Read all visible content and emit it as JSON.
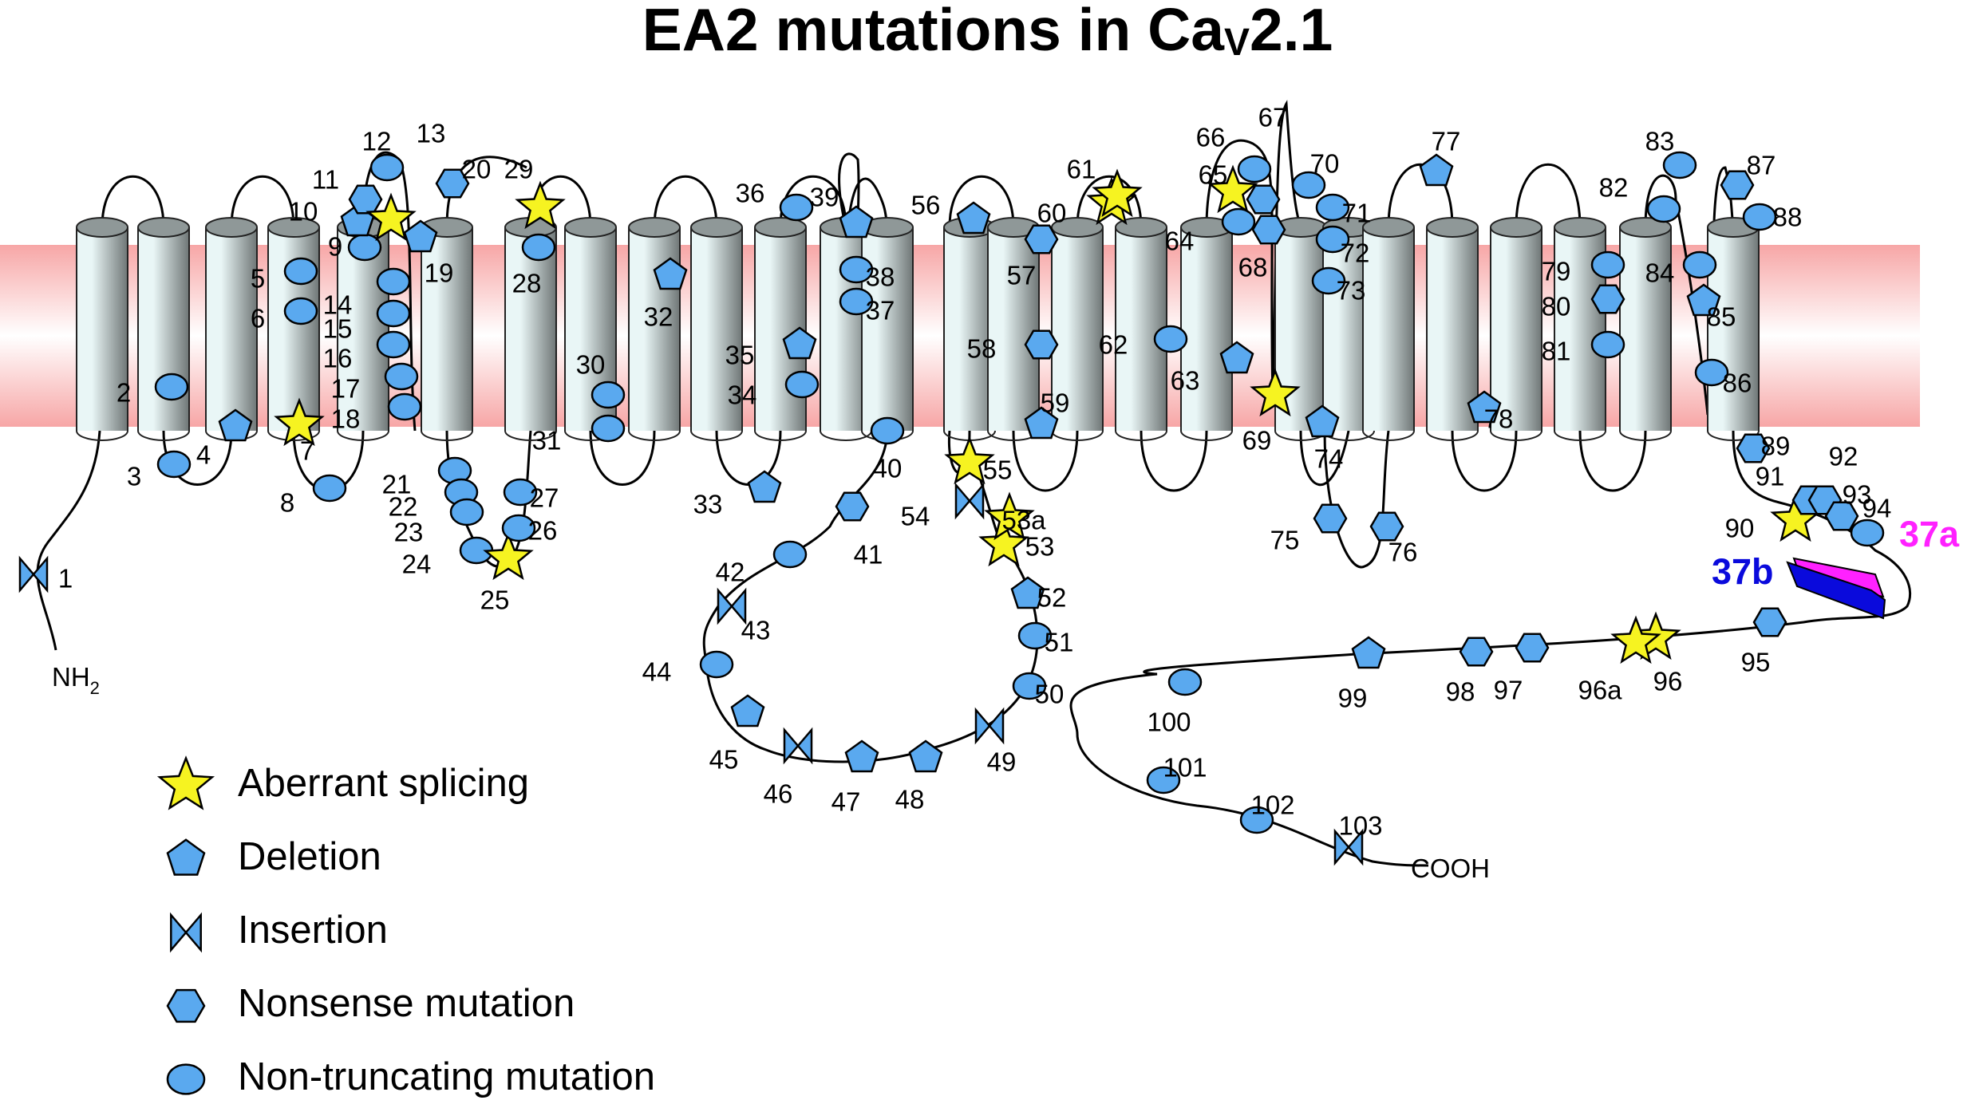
{
  "title": {
    "main": "EA2 mutations in Ca",
    "sub": "V",
    "suffix": "2.1"
  },
  "termini": {
    "n": "NH",
    "n_sub": "2",
    "c": "COOH"
  },
  "isoforms": {
    "a": "37a",
    "b": "37b"
  },
  "colors": {
    "membrane": "#f7a6a6",
    "helix_light": "#e9f6f6",
    "helix_dark": "#6f7676",
    "marker_fill": "#5aa9ef",
    "star_fill": "#f6f321",
    "exon_a": "#ff21ff",
    "exon_b": "#0a0adc"
  },
  "legend": [
    {
      "shape": "star",
      "label": "Aberrant splicing"
    },
    {
      "shape": "pentagon",
      "label": "Deletion"
    },
    {
      "shape": "bowtie",
      "label": "Insertion"
    },
    {
      "shape": "hexagon",
      "label": "Nonsense mutation"
    },
    {
      "shape": "ellipse",
      "label": "Non-truncating mutation"
    }
  ],
  "mutations": [
    {
      "label": "1",
      "type": "bowtie"
    },
    {
      "label": "2",
      "type": "ellipse"
    },
    {
      "label": "3",
      "type": "ellipse"
    },
    {
      "label": "4",
      "type": "pentagon"
    },
    {
      "label": "5",
      "type": "ellipse"
    },
    {
      "label": "6",
      "type": "ellipse"
    },
    {
      "label": "7",
      "type": "star"
    },
    {
      "label": "8",
      "type": "ellipse"
    },
    {
      "label": "9",
      "type": "ellipse"
    },
    {
      "label": "10",
      "type": "pentagon"
    },
    {
      "label": "11",
      "type": "hexagon"
    },
    {
      "label": "12",
      "type": "ellipse"
    },
    {
      "label": "13",
      "type": "star"
    },
    {
      "label": "14",
      "type": "ellipse"
    },
    {
      "label": "15",
      "type": "ellipse"
    },
    {
      "label": "16",
      "type": "ellipse"
    },
    {
      "label": "17",
      "type": "ellipse"
    },
    {
      "label": "18",
      "type": "ellipse"
    },
    {
      "label": "19",
      "type": "pentagon"
    },
    {
      "label": "20",
      "type": "hexagon"
    },
    {
      "label": "21",
      "type": "ellipse"
    },
    {
      "label": "22",
      "type": "ellipse"
    },
    {
      "label": "23",
      "type": "ellipse"
    },
    {
      "label": "24",
      "type": "ellipse"
    },
    {
      "label": "25",
      "type": "star"
    },
    {
      "label": "26",
      "type": "ellipse"
    },
    {
      "label": "27",
      "type": "ellipse"
    },
    {
      "label": "28",
      "type": "ellipse"
    },
    {
      "label": "29",
      "type": "star"
    },
    {
      "label": "30",
      "type": "ellipse"
    },
    {
      "label": "31",
      "type": "ellipse"
    },
    {
      "label": "32",
      "type": "pentagon"
    },
    {
      "label": "33",
      "type": "pentagon"
    },
    {
      "label": "34",
      "type": "ellipse"
    },
    {
      "label": "35",
      "type": "pentagon"
    },
    {
      "label": "36",
      "type": "ellipse"
    },
    {
      "label": "37",
      "type": "ellipse"
    },
    {
      "label": "38",
      "type": "ellipse"
    },
    {
      "label": "39",
      "type": "pentagon"
    },
    {
      "label": "40",
      "type": "ellipse"
    },
    {
      "label": "41",
      "type": "hexagon"
    },
    {
      "label": "42",
      "type": "ellipse"
    },
    {
      "label": "43",
      "type": "bowtie"
    },
    {
      "label": "44",
      "type": "ellipse"
    },
    {
      "label": "45",
      "type": "pentagon"
    },
    {
      "label": "46",
      "type": "bowtie"
    },
    {
      "label": "47",
      "type": "pentagon"
    },
    {
      "label": "48",
      "type": "pentagon"
    },
    {
      "label": "49",
      "type": "bowtie"
    },
    {
      "label": "50",
      "type": "ellipse"
    },
    {
      "label": "51",
      "type": "ellipse"
    },
    {
      "label": "52",
      "type": "pentagon"
    },
    {
      "label": "53",
      "type": "star"
    },
    {
      "label": "53a",
      "type": "star"
    },
    {
      "label": "54",
      "type": "bowtie"
    },
    {
      "label": "55",
      "type": "star"
    },
    {
      "label": "56",
      "type": "pentagon"
    },
    {
      "label": "57",
      "type": "hexagon"
    },
    {
      "label": "58",
      "type": "hexagon"
    },
    {
      "label": "59",
      "type": "pentagon"
    },
    {
      "label": "60",
      "type": "star"
    },
    {
      "label": "61",
      "type": "star"
    },
    {
      "label": "62",
      "type": "ellipse"
    },
    {
      "label": "63",
      "type": "pentagon"
    },
    {
      "label": "64",
      "type": "ellipse"
    },
    {
      "label": "65",
      "type": "star"
    },
    {
      "label": "66",
      "type": "ellipse"
    },
    {
      "label": "67",
      "type": "hexagon"
    },
    {
      "label": "68",
      "type": "hexagon"
    },
    {
      "label": "69",
      "type": "star"
    },
    {
      "label": "70",
      "type": "ellipse"
    },
    {
      "label": "71",
      "type": "ellipse"
    },
    {
      "label": "72",
      "type": "ellipse"
    },
    {
      "label": "73",
      "type": "ellipse"
    },
    {
      "label": "74",
      "type": "pentagon"
    },
    {
      "label": "75",
      "type": "hexagon"
    },
    {
      "label": "76",
      "type": "hexagon"
    },
    {
      "label": "77",
      "type": "pentagon"
    },
    {
      "label": "78",
      "type": "pentagon"
    },
    {
      "label": "79",
      "type": "ellipse"
    },
    {
      "label": "80",
      "type": "hexagon"
    },
    {
      "label": "81",
      "type": "ellipse"
    },
    {
      "label": "82",
      "type": "ellipse"
    },
    {
      "label": "83",
      "type": "ellipse"
    },
    {
      "label": "84",
      "type": "ellipse"
    },
    {
      "label": "85",
      "type": "pentagon"
    },
    {
      "label": "86",
      "type": "ellipse"
    },
    {
      "label": "87",
      "type": "hexagon"
    },
    {
      "label": "88",
      "type": "ellipse"
    },
    {
      "label": "89",
      "type": "hexagon"
    },
    {
      "label": "90",
      "type": "star"
    },
    {
      "label": "91",
      "type": "hexagon"
    },
    {
      "label": "92",
      "type": "hexagon"
    },
    {
      "label": "93",
      "type": "hexagon"
    },
    {
      "label": "94",
      "type": "ellipse"
    },
    {
      "label": "95",
      "type": "hexagon"
    },
    {
      "label": "96",
      "type": "star"
    },
    {
      "label": "96a",
      "type": "star"
    },
    {
      "label": "97",
      "type": "hexagon"
    },
    {
      "label": "98",
      "type": "hexagon"
    },
    {
      "label": "99",
      "type": "pentagon"
    },
    {
      "label": "100",
      "type": "ellipse"
    },
    {
      "label": "101",
      "type": "ellipse"
    },
    {
      "label": "102",
      "type": "ellipse"
    },
    {
      "label": "103",
      "type": "bowtie"
    }
  ]
}
